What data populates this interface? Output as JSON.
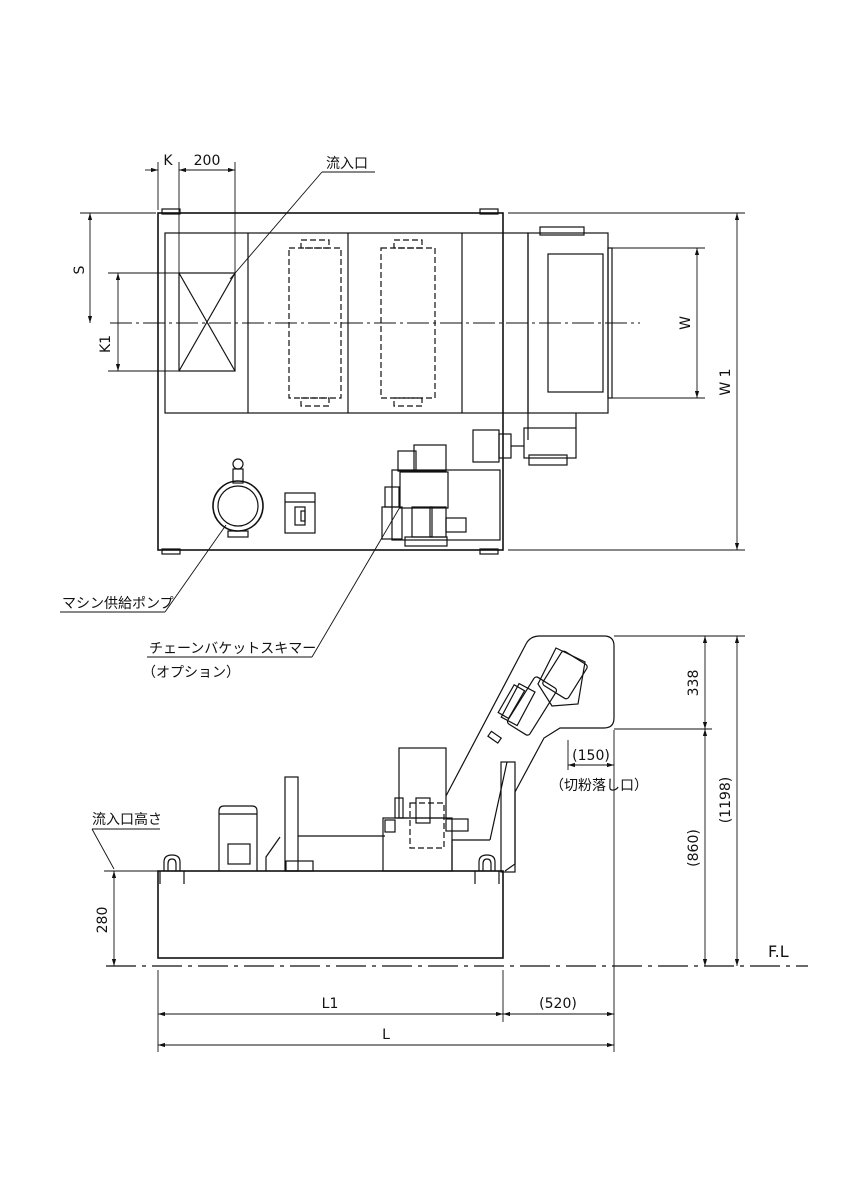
{
  "top_view": {
    "dims": {
      "k": "K",
      "k_width": "200",
      "s": "S",
      "k1": "K1",
      "w": "W",
      "w1": "W 1"
    },
    "labels": {
      "inlet": "流入口",
      "machine_supply_pump": "マシン供給ポンプ",
      "chain_bucket_skimmer": "チェーンバケットスキマー",
      "option": "（オプション）"
    }
  },
  "side_view": {
    "dims": {
      "top_height": "338",
      "height_860": "(860)",
      "height_1198": "(1198)",
      "inlet_height_value": "280",
      "chip_offset": "(150)",
      "l1": "L1",
      "l": "L",
      "extension": "(520)"
    },
    "labels": {
      "inlet_height": "流入口高さ",
      "chip_drop_outlet": "（切粉落し口）",
      "floor_level": "F.L"
    }
  }
}
